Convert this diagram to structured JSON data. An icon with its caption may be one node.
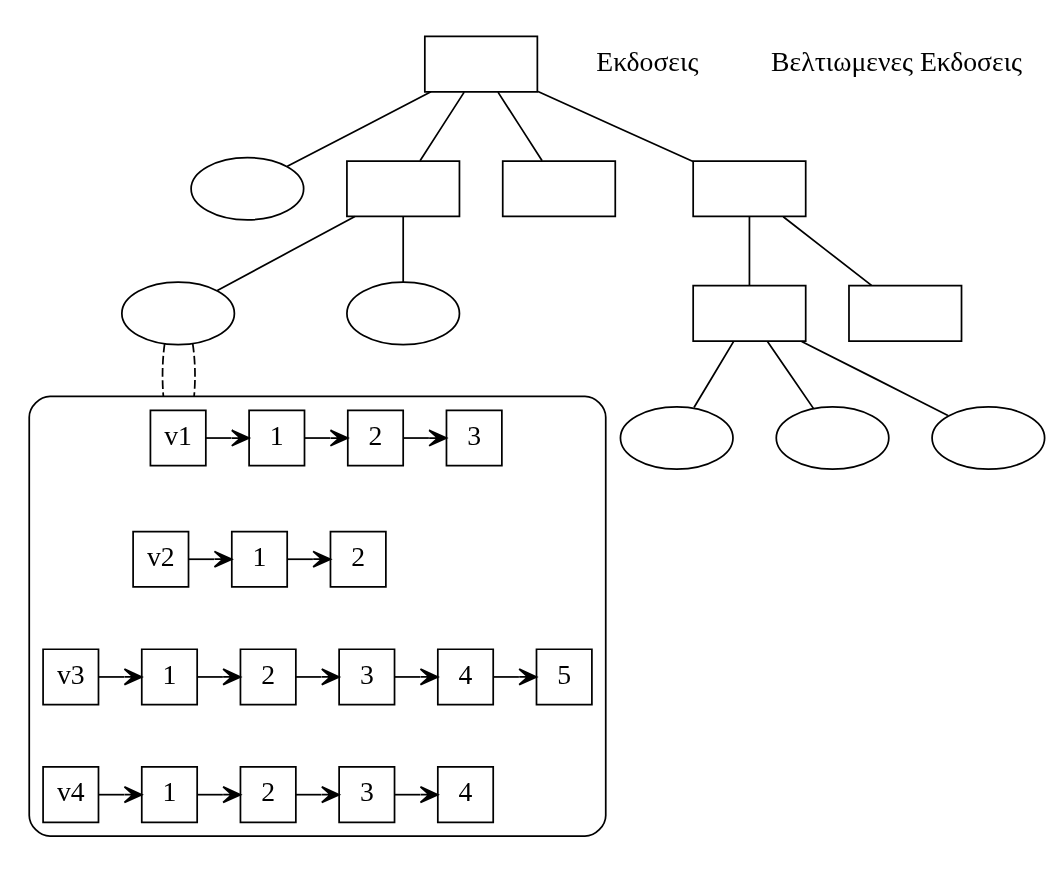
{
  "diagram": {
    "nodes": [
      {
        "text": [],
        "shape": "box"
      },
      {
        "text": [],
        "shape": "ellipse"
      },
      {
        "text": [],
        "shape": "box"
      },
      {
        "text": [],
        "shape": "box"
      },
      {
        "text": [],
        "shape": "box"
      },
      {
        "text": [],
        "shape": "ellipse"
      },
      {
        "text": [],
        "shape": "ellipse"
      },
      {
        "text": [],
        "shape": "box"
      },
      {
        "text": [],
        "shape": "box"
      },
      {
        "text": [],
        "shape": "ellipse"
      },
      {
        "text": [],
        "shape": "ellipse"
      },
      {
        "text": [],
        "shape": "ellipse"
      },
      {
        "text": [],
        "shape": "ellipse"
      },
      {
        "text": [
          "v1"
        ],
        "in": 12
      },
      {
        "text": [
          "1"
        ],
        "in": 12
      },
      {
        "text": [
          "2"
        ],
        "in": 12
      },
      {
        "text": [
          "3"
        ],
        "in": 12
      },
      {
        "text": [
          "v2"
        ],
        "in": 12
      },
      {
        "text": [
          "1"
        ],
        "in": 12
      },
      {
        "text": [
          "2"
        ],
        "in": 12
      },
      {
        "text": [
          "v3"
        ],
        "in": 12
      },
      {
        "text": [
          "1"
        ],
        "in": 12
      },
      {
        "text": [
          "2"
        ],
        "in": 12
      },
      {
        "text": [
          "3"
        ],
        "in": 12
      },
      {
        "text": [
          "4"
        ],
        "in": 12
      },
      {
        "text": [
          "5"
        ],
        "in": 12
      },
      {
        "text": [
          "v4"
        ],
        "in": 12
      },
      {
        "text": [
          "1"
        ],
        "in": 12
      },
      {
        "text": [
          "2"
        ],
        "in": 12
      },
      {
        "text": [
          "3"
        ],
        "in": 12
      },
      {
        "text": [
          "4"
        ],
        "in": 12
      }
    ],
    "edges": [
      {
        "from": 0,
        "to": 1,
        "arrow": "none"
      },
      {
        "from": 0,
        "to": 2,
        "arrow": "none"
      },
      {
        "from": 0,
        "to": 3,
        "arrow": "none"
      },
      {
        "from": 0,
        "to": 4,
        "arrow": "none"
      },
      {
        "from": 2,
        "to": 5,
        "arrow": "none"
      },
      {
        "from": 2,
        "to": 6,
        "arrow": "none"
      },
      {
        "from": 4,
        "to": 7,
        "arrow": "none"
      },
      {
        "from": 4,
        "to": 8,
        "arrow": "none"
      },
      {
        "from": 7,
        "to": 9,
        "arrow": "none"
      },
      {
        "from": 7,
        "to": 10,
        "arrow": "none"
      },
      {
        "from": 7,
        "to": 11,
        "arrow": "none"
      },
      {
        "from": 5,
        "to": 12,
        "arrow": "none",
        "style": "dashed"
      },
      {
        "from": 5,
        "to": 12,
        "arrow": "none",
        "style": "dashed"
      },
      {
        "from": 13,
        "to": 14,
        "arrow": "to"
      },
      {
        "from": 14,
        "to": 15,
        "arrow": "to"
      },
      {
        "from": 15,
        "to": 16,
        "arrow": "to"
      },
      {
        "from": 17,
        "to": 18,
        "arrow": "to"
      },
      {
        "from": 18,
        "to": 19,
        "arrow": "to"
      },
      {
        "from": 20,
        "to": 21,
        "arrow": "to"
      },
      {
        "from": 21,
        "to": 22,
        "arrow": "to"
      },
      {
        "from": 22,
        "to": 23,
        "arrow": "to"
      },
      {
        "from": 23,
        "to": 24,
        "arrow": "to"
      },
      {
        "from": 24,
        "to": 25,
        "arrow": "to"
      },
      {
        "from": 26,
        "to": 27,
        "arrow": "to"
      },
      {
        "from": 27,
        "to": 28,
        "arrow": "to"
      },
      {
        "from": 28,
        "to": 29,
        "arrow": "to"
      },
      {
        "from": 29,
        "to": 30,
        "arrow": "to"
      }
    ],
    "labels": [
      "Εκδοσεις",
      "Βελτιωμενες Εκδοσεις"
    ]
  }
}
